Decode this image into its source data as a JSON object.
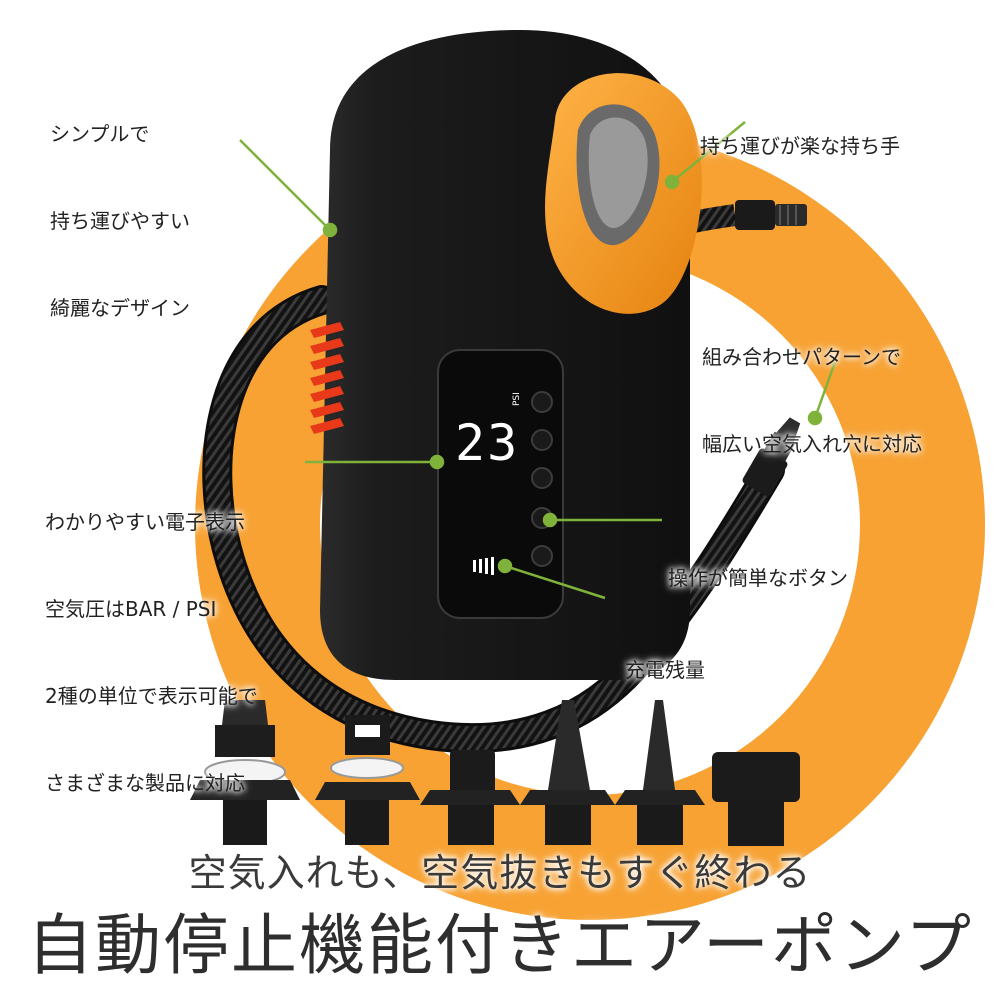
{
  "callouts": {
    "design": [
      "シンプルで",
      "持ち運びやすい",
      "綺麗なデザイン"
    ],
    "handle": [
      "持ち運びが楽な持ち手"
    ],
    "nozzle": [
      "組み合わせパターンで",
      "幅広い空気入れ穴に対応"
    ],
    "display": [
      "わかりやすい電子表示",
      "空気圧はBAR / PSI",
      "2種の単位で表示可能で",
      "さまざまな製品に対応"
    ],
    "buttons": [
      "操作が簡単なボタン"
    ],
    "battery": [
      "充電残量"
    ]
  },
  "display": {
    "reading": "23",
    "unit": "PSI"
  },
  "tagline": "空気入れも、空気抜きもすぐ終わる",
  "title": "自動停止機能付きエアーポンプ",
  "colors": {
    "orange": "#F7A233",
    "body": "#1b1b1b",
    "leader": "#7fb23a",
    "handle": "#F39318"
  }
}
